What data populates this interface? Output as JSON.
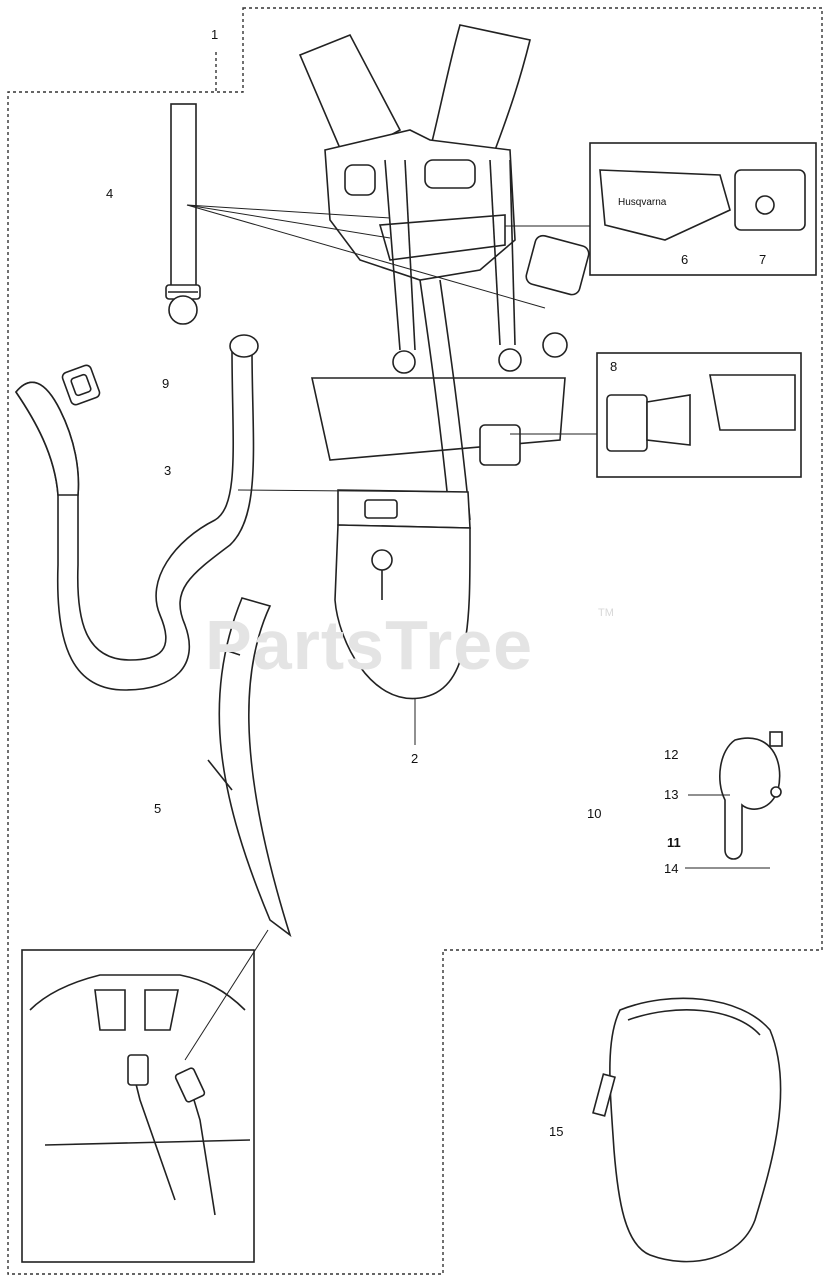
{
  "watermark": {
    "text": "PartsTree",
    "trademark": "TM"
  },
  "callouts": [
    {
      "id": "c1",
      "text": "1",
      "bold": false
    },
    {
      "id": "c4",
      "text": "4",
      "bold": false
    },
    {
      "id": "c9",
      "text": "9",
      "bold": false
    },
    {
      "id": "c3",
      "text": "3",
      "bold": false
    },
    {
      "id": "c6",
      "text": "6",
      "bold": false
    },
    {
      "id": "c7",
      "text": "7",
      "bold": false
    },
    {
      "id": "c8",
      "text": "8",
      "bold": false
    },
    {
      "id": "c2",
      "text": "2",
      "bold": false
    },
    {
      "id": "c5",
      "text": "5",
      "bold": false
    },
    {
      "id": "c12",
      "text": "12",
      "bold": false
    },
    {
      "id": "c13",
      "text": "13",
      "bold": false
    },
    {
      "id": "c10",
      "text": "10",
      "bold": false
    },
    {
      "id": "c11",
      "text": "11",
      "bold": true
    },
    {
      "id": "c14",
      "text": "14",
      "bold": false
    },
    {
      "id": "c15",
      "text": "15",
      "bold": false
    }
  ],
  "logo_text": "Husqvarna"
}
